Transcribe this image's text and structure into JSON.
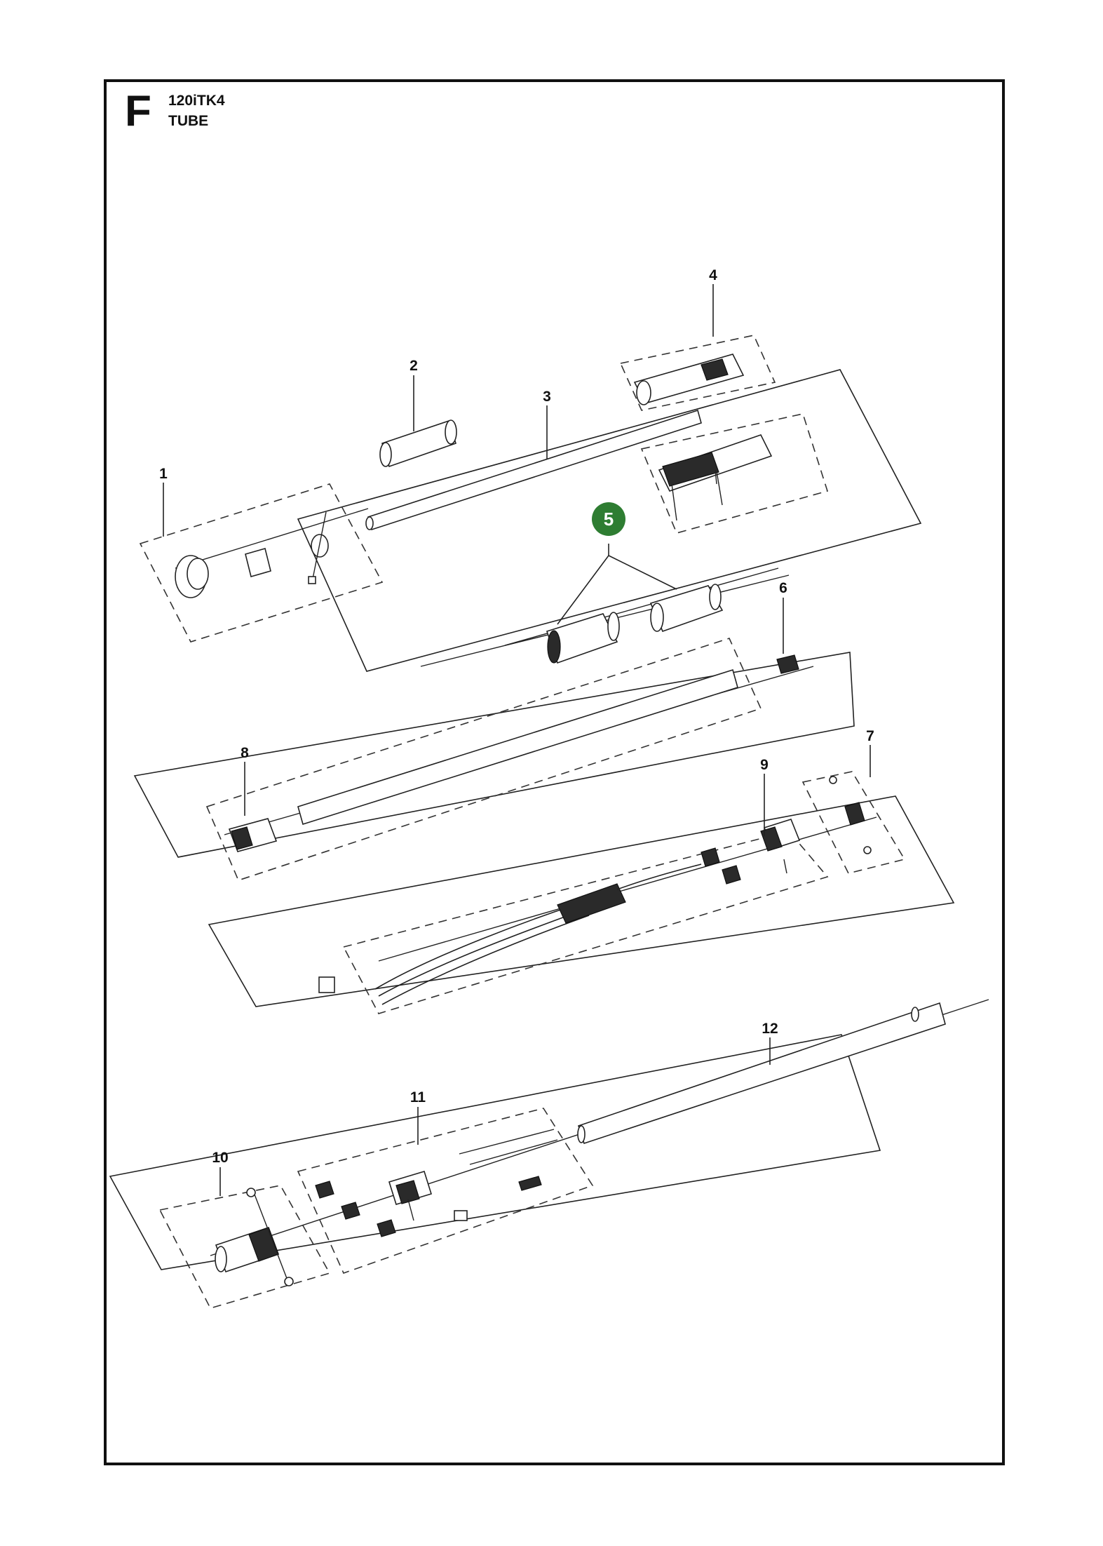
{
  "header": {
    "section_letter": "F",
    "model": "120iTK4",
    "subtitle": "TUBE"
  },
  "callouts": [
    {
      "id": "1",
      "label": "1"
    },
    {
      "id": "2",
      "label": "2"
    },
    {
      "id": "3",
      "label": "3"
    },
    {
      "id": "4",
      "label": "4"
    },
    {
      "id": "5",
      "label": "5",
      "highlighted": true
    },
    {
      "id": "6",
      "label": "6"
    },
    {
      "id": "7",
      "label": "7"
    },
    {
      "id": "8",
      "label": "8"
    },
    {
      "id": "9",
      "label": "9"
    },
    {
      "id": "10",
      "label": "10"
    },
    {
      "id": "11",
      "label": "11"
    },
    {
      "id": "12",
      "label": "12"
    }
  ],
  "colors": {
    "highlight": "#2e7d32",
    "line": "#222222"
  }
}
